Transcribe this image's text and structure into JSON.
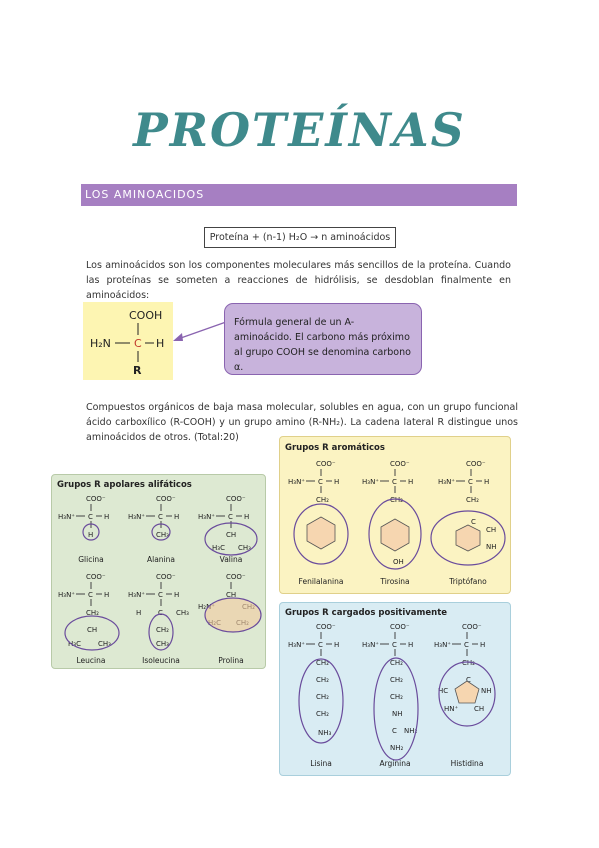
{
  "title": "PROTEÍNAS",
  "section": "LOS AMINOACIDOS",
  "reaction": "Proteína + (n-1) H₂O → n aminoácidos",
  "intro": "Los aminoácidos son los componentes moleculares más sencillos de la proteína. Cuando las proteínas se someten a reacciones de hidrólisis, se desdoblan finalmente en aminoácidos:",
  "general_formula": {
    "cooh": "COOH",
    "amine": "H₂N",
    "carbon": "C",
    "h": "H",
    "r": "R"
  },
  "callout": "Fórmula general de un A-aminoácido. El carbono más próximo al grupo COOH se denomina carbono α.",
  "description": "Compuestos orgánicos de baja masa molecular, solubles en agua, con un grupo funcional ácido carboxílico (R-COOH) y un grupo amino (R-NH₂). La cadena lateral R distingue unos aminoácidos de otros. (Total:20)",
  "panels": {
    "aliphatic": {
      "title": "Grupos R apolares alifáticos",
      "names": [
        "Glicina",
        "Alanina",
        "Valina",
        "Leucina",
        "Isoleucina",
        "Prolina"
      ]
    },
    "aromatic": {
      "title": "Grupos R aromáticos",
      "names": [
        "Fenilalanina",
        "Tirosina",
        "Triptófano"
      ]
    },
    "positive": {
      "title": "Grupos R cargados positivamente",
      "names": [
        "Lisina",
        "Arginina",
        "Histidina"
      ]
    }
  },
  "colors": {
    "title": "#3f8a8c",
    "section_bar": "#a67fc2",
    "callout": "#c8b3dc",
    "circle": "#6a4c9c",
    "aliphatic_bg": "#dde9d2",
    "aromatic_bg": "#fbf3c2",
    "positive_bg": "#d9ecf3"
  }
}
